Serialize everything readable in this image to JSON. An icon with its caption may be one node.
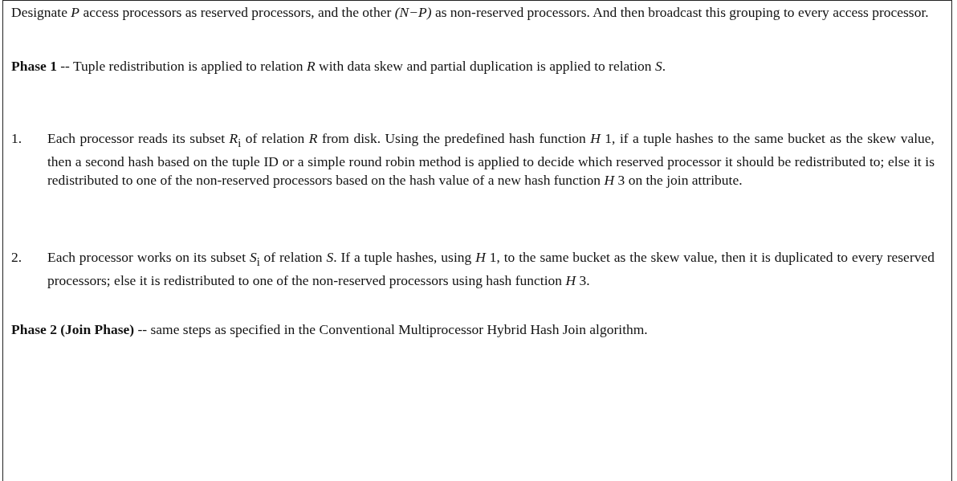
{
  "diagram": {
    "nodes": [
      {
        "text": [
          "Designate *P* access processors as reserved processors, and the other *(N−P)* as non-reserved processors. And then broadcast this grouping to every access processor.",
          "**Phase 1** -- Tuple redistribution is applied to relation *R* with data skew and partial duplication is applied to relation *S*.",
          "1.",
          "Each processor reads its subset *R*$_{i}$ of relation *R* from disk. Using the predefined hash function *H* 1, if a tuple hashes to the same bucket as the skew value, then a second hash based on the tuple ID or a simple round robin method is applied to decide which reserved processor it should be redistributed to; else it is redistributed to one of the non-reserved processors based on the hash value of a new hash function *H* 3 on the join attribute.",
          "2.",
          "Each processor works on its subset *S*$_{i}$ of relation *S*. If a tuple hashes, using *H* 1, to the same bucket as the skew value, then it is duplicated to every reserved processors; else it is redistributed to one of the non-reserved processors using hash function *H* 3.",
          "**Phase 2 (Join Phase)** -- same steps as specified in the Conventional Multiprocessor Hybrid Hash Join algorithm."
        ]
      }
    ]
  }
}
